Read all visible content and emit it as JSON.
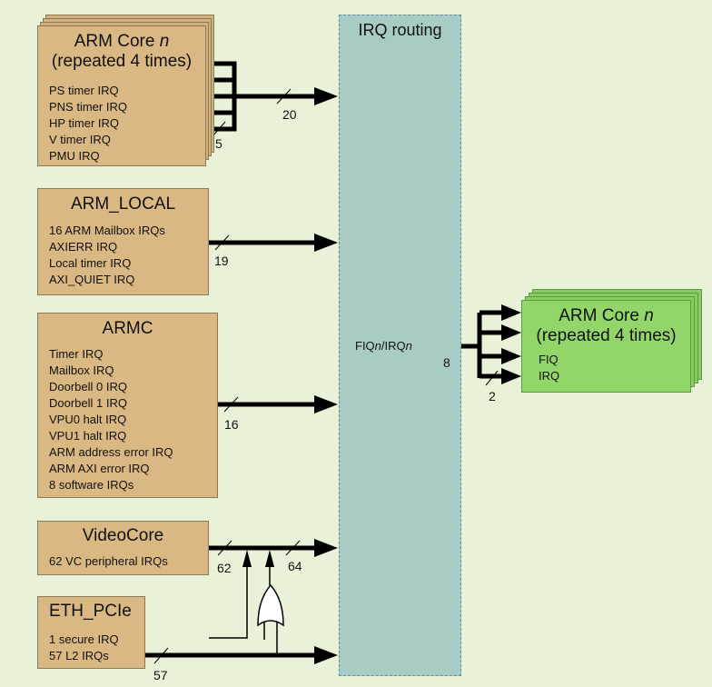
{
  "routing": {
    "title": "IRQ routing",
    "output_label_pre": "FIQ",
    "output_label_n1": "n",
    "output_label_mid": "/IRQ",
    "output_label_n2": "n"
  },
  "core_in": {
    "title_pre": "ARM Core ",
    "title_n": "n",
    "title_line2": "(repeated 4 times)",
    "items": [
      "PS timer IRQ",
      "PNS timer IRQ",
      "HP timer IRQ",
      "V timer IRQ",
      "PMU IRQ"
    ]
  },
  "arm_local": {
    "title": "ARM_LOCAL",
    "items": [
      "16 ARM Mailbox IRQs",
      "AXIERR IRQ",
      "Local timer IRQ",
      "AXI_QUIET IRQ"
    ]
  },
  "armc": {
    "title": "ARMC",
    "items": [
      "Timer IRQ",
      "Mailbox IRQ",
      "Doorbell 0 IRQ",
      "Doorbell 1 IRQ",
      "VPU0 halt IRQ",
      "VPU1 halt IRQ",
      "ARM address error IRQ",
      "ARM AXI error IRQ",
      "8 software IRQs"
    ]
  },
  "videocore": {
    "title": "VideoCore",
    "items": [
      "62 VC peripheral IRQs"
    ]
  },
  "eth_pcie": {
    "title": "ETH_PCIe",
    "items": [
      "1 secure IRQ",
      "57 L2 IRQs"
    ]
  },
  "core_out": {
    "title_pre": "ARM Core ",
    "title_n": "n",
    "title_line2": "(repeated 4 times)",
    "items": [
      "FIQ",
      "IRQ"
    ]
  },
  "bus_widths": {
    "core_per": "5",
    "core_total": "20",
    "arm_local": "19",
    "armc": "16",
    "videocore": "62",
    "combined": "64",
    "eth": "57",
    "out_total": "8",
    "out_per": "2"
  }
}
